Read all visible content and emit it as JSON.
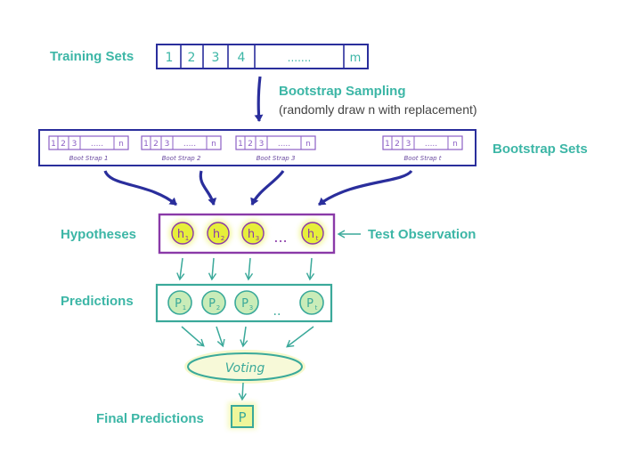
{
  "labels": {
    "training_sets": "Training Sets",
    "bootstrap_sampling": "Bootstrap Sampling",
    "bootstrap_sampling_note": "(randomly draw n with replacement)",
    "bootstrap_sets": "Bootstrap Sets",
    "hypotheses": "Hypotheses",
    "test_observation": "Test Observation",
    "predictions": "Predictions",
    "final_predictions": "Final Predictions"
  },
  "training_cells": [
    "1",
    "2",
    "3",
    "4",
    ".......",
    "m"
  ],
  "bootstrap_sets": [
    {
      "cells": [
        "1",
        "2",
        "3",
        ".....",
        "n"
      ],
      "caption": "Boot Strap 1"
    },
    {
      "cells": [
        "1",
        "2",
        "3",
        ".....",
        "n"
      ],
      "caption": "Boot Strap 2"
    },
    {
      "cells": [
        "1",
        "2",
        "3",
        ".....",
        "n"
      ],
      "caption": "Boot Strap 3"
    },
    {
      "cells": [
        "1",
        "2",
        "3",
        ".....",
        "n"
      ],
      "caption": "Boot Strap t"
    }
  ],
  "hypotheses": [
    {
      "letter": "h",
      "sub": "1"
    },
    {
      "letter": "h",
      "sub": "2"
    },
    {
      "letter": "h",
      "sub": "3"
    },
    {
      "letter": "h",
      "sub": "t"
    }
  ],
  "hypotheses_ellipsis": "...",
  "predictions": [
    {
      "letter": "P",
      "sub": "1"
    },
    {
      "letter": "P",
      "sub": "2"
    },
    {
      "letter": "P",
      "sub": "3"
    },
    {
      "letter": "P",
      "sub": "t"
    }
  ],
  "predictions_ellipsis": "..",
  "voting": "Voting",
  "final": "P",
  "colors": {
    "teal_label": "#3cb6a6",
    "navy": "#2a2e9c",
    "purple": "#8a3aa8",
    "violet_cells": "#8b5fc4",
    "teal_box": "#3aa99a",
    "yellow_fill": "#e6ef3a",
    "green_fill": "#c9ecb8"
  }
}
